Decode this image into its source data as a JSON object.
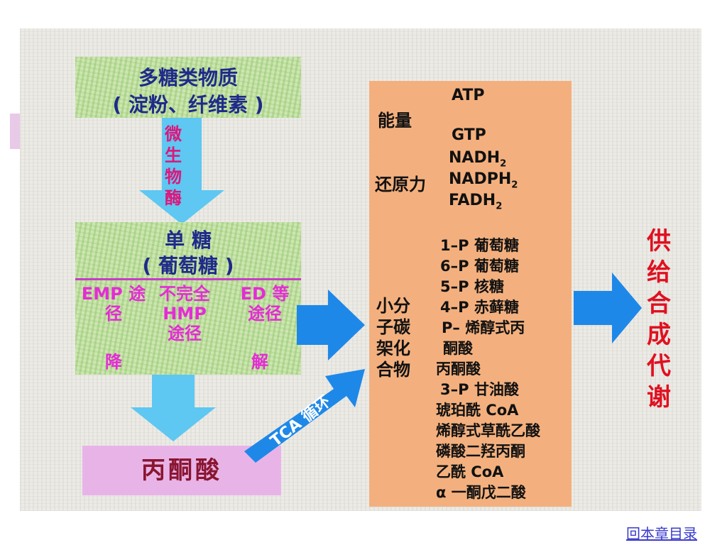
{
  "polysaccharide": {
    "line1": "多糖类物质",
    "line2": "( 淀粉、纤维素 )"
  },
  "enzyme": "微生物酶",
  "monosaccharide": {
    "line1": "单 糖",
    "line2": "( 葡萄糖 )"
  },
  "pathways": {
    "emp": "EMP 途径",
    "hmp_a": "不完全",
    "hmp_b": "HMP",
    "hmp_c": "途径",
    "ed": "ED 等 途径",
    "deg1": "降",
    "deg2": "解"
  },
  "pyruvate": "丙酮酸",
  "tca": "TCA 循环",
  "products": {
    "energy_label": "能量",
    "energy_items": [
      "ATP",
      "GTP"
    ],
    "reducing_label": "还原力",
    "reducing_items": [
      "NADH",
      "NADPH",
      "FADH"
    ],
    "reducing_sub": "2",
    "carbon_label_1": "小分",
    "carbon_label_2": "子碳",
    "carbon_label_3": "架化",
    "carbon_label_4": "合物",
    "carbon_items": [
      "1–P 葡萄糖",
      "6–P 葡萄糖",
      "5–P 核糖",
      "4–P 赤藓糖",
      "P– 烯醇式丙",
      "酮酸",
      "丙酮酸",
      "3–P 甘油酸",
      "琥珀酰 CoA",
      "烯醇式草酰乙酸",
      "磷酸二羟丙酮",
      "乙酰 CoA",
      "α 一酮戊二酸"
    ]
  },
  "result": "供给合成代谢",
  "nav_link": "回本章目录",
  "colors": {
    "navy": "#1f2a8a",
    "magenta": "#e52bd6",
    "orange": "#f3b07e",
    "arrow_blue": "#1e88e8",
    "red": "#e01020"
  }
}
